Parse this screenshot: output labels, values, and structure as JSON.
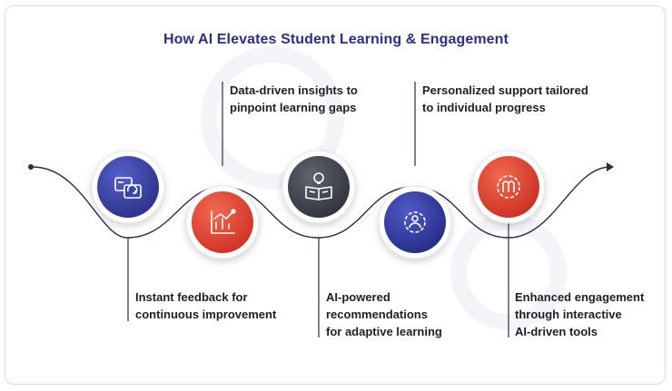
{
  "title": "How AI Elevates Student Learning & Engagement",
  "steps": [
    {
      "lines": [
        "Instant feedback for",
        "continuous improvement"
      ],
      "icon": "chat-refresh-icon",
      "color_light": "#5561c9",
      "color_dark": "#2a3086"
    },
    {
      "lines": [
        "Data-driven insights to",
        "pinpoint learning gaps"
      ],
      "icon": "chart-growth-icon",
      "color_light": "#f06a4f",
      "color_dark": "#cf2f24"
    },
    {
      "lines": [
        "AI-powered",
        "recommendations",
        "for adaptive learning"
      ],
      "icon": "book-bulb-icon",
      "color_light": "#5f6471",
      "color_dark": "#2e3139"
    },
    {
      "lines": [
        "Personalized support tailored",
        "to individual progress"
      ],
      "icon": "person-gear-icon",
      "color_light": "#4f5ac8",
      "color_dark": "#242a84"
    },
    {
      "lines": [
        "Enhanced engagement",
        "through interactive",
        "AI-driven tools"
      ],
      "icon": "brain-gear-icon",
      "color_light": "#f0684d",
      "color_dark": "#c92e22"
    }
  ],
  "colors": {
    "title": "#2b2f86",
    "line": "#2b2f3c",
    "card_border": "#d9dce3"
  }
}
